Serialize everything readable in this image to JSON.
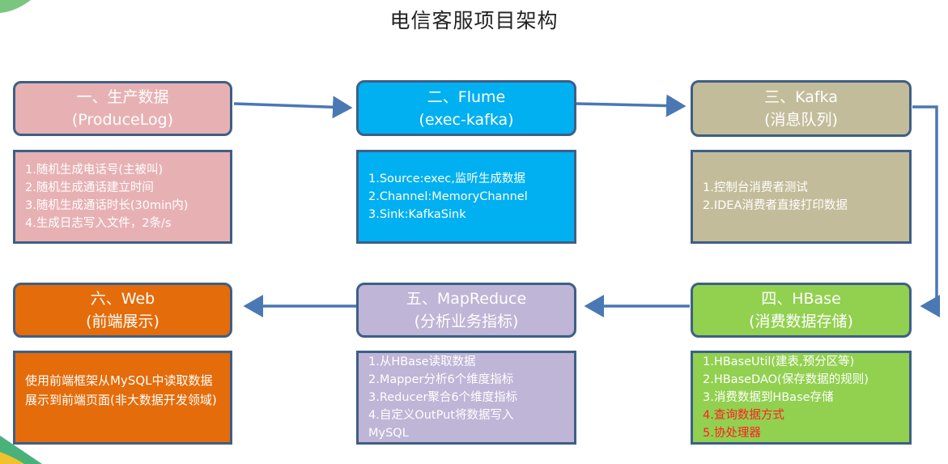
{
  "title": "电信客服项目架构",
  "colors": {
    "border": "#3e5f86",
    "arrow": "#4a78b4",
    "produce": "#e7b1b4",
    "flume": "#00b0f0",
    "kafka": "#c3bc9a",
    "hbase": "#92d050",
    "mapreduce": "#bfb5d6",
    "web": "#e46c0a",
    "highlight_text": "#ff2020"
  },
  "stages": {
    "produce": {
      "title": "一、生产数据",
      "subtitle": "(ProduceLog)",
      "details": [
        "1.随机生成电话号(主被叫)",
        "2.随机生成通话建立时间",
        "3.随机生成通话时长(30min内)",
        "4.生成日志写入文件，2条/s"
      ]
    },
    "flume": {
      "title": "二、Flume",
      "subtitle": "(exec-kafka)",
      "details": [
        "1.Source:exec,监听生成数据",
        "2.Channel:MemoryChannel",
        "3.Sink:KafkaSink"
      ]
    },
    "kafka": {
      "title": "三、Kafka",
      "subtitle": "(消息队列)",
      "details": [
        "1.控制台消费者测试",
        "2.IDEA消费者直接打印数据"
      ]
    },
    "hbase": {
      "title": "四、HBase",
      "subtitle": "(消费数据存储)",
      "details": [
        "1.HBaseUtil(建表,预分区等)",
        "2.HBaseDAO(保存数据的规则)",
        "3.消费数据到HBase存储",
        "4.查询数据方式",
        "5.协处理器"
      ]
    },
    "mapreduce": {
      "title": "五、MapReduce",
      "subtitle": "(分析业务指标)",
      "details": [
        "1.从HBase读取数据",
        "2.Mapper分析6个维度指标",
        "3.Reducer聚合6个维度指标",
        "4.自定义OutPut将数据写入",
        "MySQL"
      ]
    },
    "web": {
      "title": "六、Web",
      "subtitle": "(前端展示)",
      "details": [
        "使用前端框架从MySQL中读取数据展示到前端页面(非大数据开发领域)"
      ]
    }
  }
}
